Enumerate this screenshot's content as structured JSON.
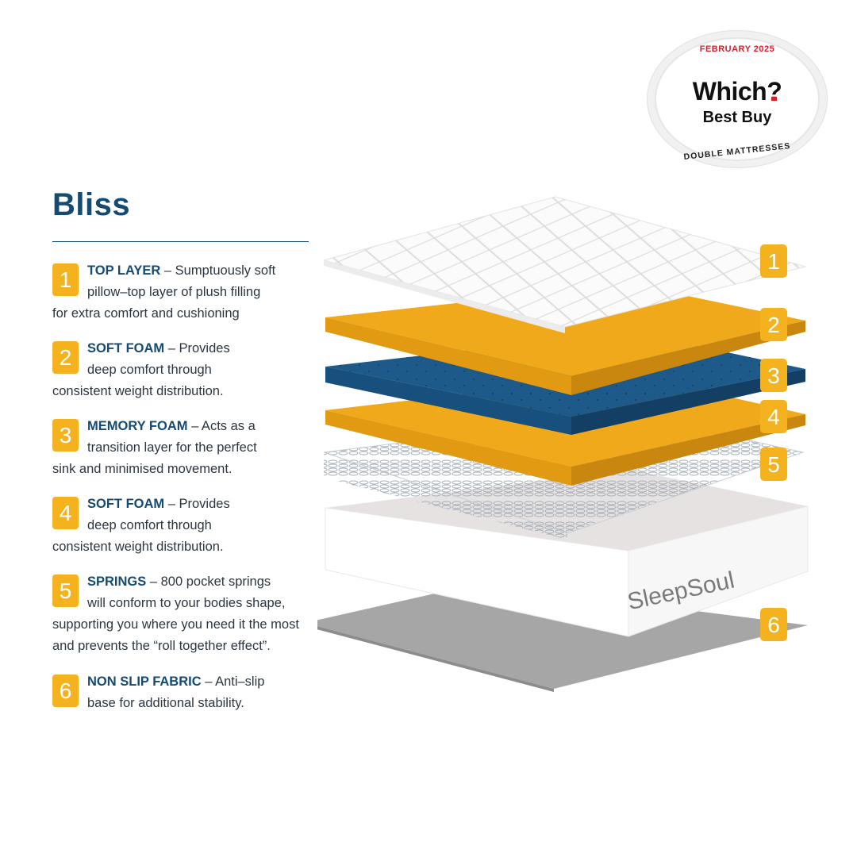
{
  "badge": {
    "top_text": "FEBRUARY 2025",
    "brand": "Which",
    "brand_mark": "?",
    "award": "Best Buy",
    "category": "DOUBLE MATTRESSES"
  },
  "product": {
    "title": "Bliss",
    "brand_logo": "SleepSoul"
  },
  "features": [
    {
      "num": "1",
      "keyword": "TOP LAYER",
      "rest1": " – Sumptuously soft",
      "line2": "pillow–top layer of plush filling",
      "line3": "for extra comfort and cushioning",
      "line4": ""
    },
    {
      "num": "2",
      "keyword": "SOFT FOAM",
      "rest1": " – Provides",
      "line2": "deep comfort through",
      "line3": "consistent weight distribution.",
      "line4": ""
    },
    {
      "num": "3",
      "keyword": "MEMORY FOAM",
      "rest1": " – Acts as a",
      "line2": "transition layer for the perfect",
      "line3": "sink and minimised movement.",
      "line4": ""
    },
    {
      "num": "4",
      "keyword": "SOFT FOAM",
      "rest1": " – Provides",
      "line2": "deep comfort through",
      "line3": "consistent weight distribution.",
      "line4": ""
    },
    {
      "num": "5",
      "keyword": "SPRINGS",
      "rest1": " – 800 pocket springs",
      "line2": "will conform to your bodies shape,",
      "line3": "supporting you where you need it the most",
      "line4": "and prevents the “roll together effect”."
    },
    {
      "num": "6",
      "keyword": "NON SLIP FABRIC",
      "rest1": " – Anti–slip",
      "line2": "base for additional stability.",
      "line3": "",
      "line4": ""
    }
  ],
  "layer_labels": [
    "1",
    "2",
    "3",
    "4",
    "5",
    "6"
  ],
  "colors": {
    "accent": "#f4b21f",
    "navy": "#154a72",
    "foam_yellow": "#f0a91b",
    "memory_blue": "#1d5a89",
    "base_grey": "#9c9c9c"
  }
}
